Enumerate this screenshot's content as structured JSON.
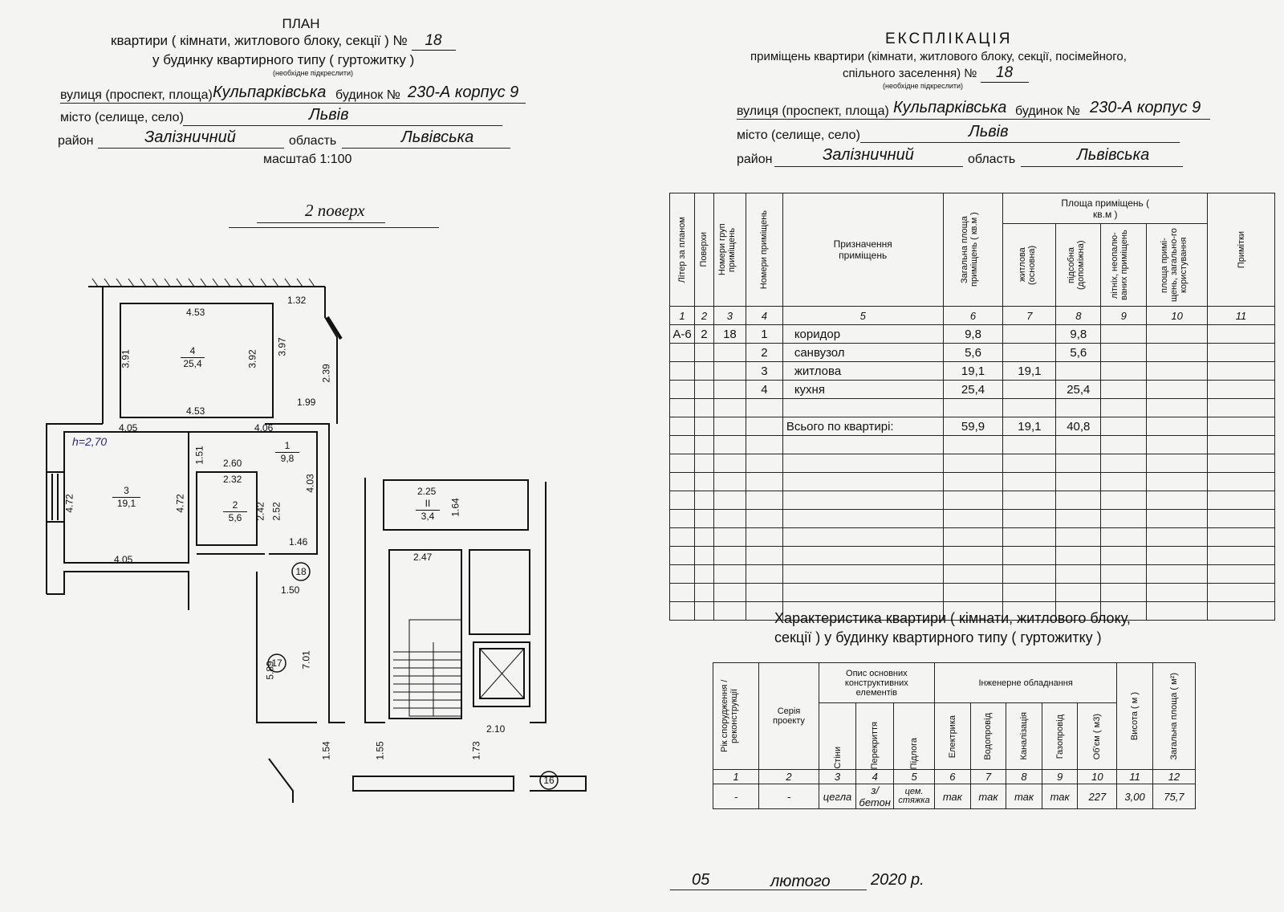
{
  "plan": {
    "title": "ПЛАН",
    "line1_pre": "квартири ( кімнати, житлового блоку, секції ) №",
    "number": "18",
    "line2": "у будинку квартирного типу ( гуртожитку )",
    "note": "(необхідне підкреслити)",
    "street_label": "вулиця (проспект, площа)",
    "street": "Кульпарківська",
    "building_label": "будинок №",
    "building": "230-А корпус 9",
    "city_label": "місто (селище, село)",
    "city": "Львів",
    "district_label": "район",
    "district": "Залізничний",
    "region_label": "область",
    "region": "Львівська",
    "scale": "масштаб 1:100",
    "floor": "2 поверх",
    "handnote": "h=2,70",
    "dims": {
      "d453a": "4.53",
      "d132": "1.32",
      "d391": "3.91",
      "r4num": "4",
      "r4area": "25,4",
      "d392": "3.92",
      "d397": "3.97",
      "d239": "2.39",
      "d453b": "4.53",
      "d199": "1.99",
      "d405a": "4.05",
      "d406": "4.06",
      "d151": "1.51",
      "r1num": "1",
      "r1area": "9,8",
      "d260": "2.60",
      "d232": "2.32",
      "r3num": "3",
      "r3area": "19,1",
      "d472a": "4.72",
      "d472b": "4.72",
      "r2num": "2",
      "r2area": "5,6",
      "d242": "2.42",
      "d252": "2.52",
      "d403": "4.03",
      "d146": "1.46",
      "d405b": "4.05",
      "mark18": "18",
      "d150": "1.50",
      "mark17": "17",
      "d589": "5.89",
      "d701": "7.01",
      "d225": "2.25",
      "rIInum": "II",
      "rIIarea": "3,4",
      "d164": "1.64",
      "d247": "2.47",
      "d210": "2.10",
      "d154": "1.54",
      "d155": "1.55",
      "d173": "1.73",
      "mark16": "16"
    }
  },
  "expl": {
    "title": "ЕКСПЛІКАЦІЯ",
    "line1": "приміщень квартири (кімнати, житлового блоку, секції, посімейного,",
    "line2_pre": "спільного заселення)  №",
    "number": "18",
    "note": "(необхідне підкреслити)",
    "street_label": "вулиця (проспект, площа)",
    "street": "Кульпарківська",
    "building_label": "будинок №",
    "building": "230-А корпус 9",
    "city_label": "місто (селище, село)",
    "city": "Львів",
    "district_label": "район",
    "district": "Залізничний",
    "region_label": "область",
    "region": "Львівська",
    "headers": {
      "h1": "Літер за планом",
      "h2": "Поверхи",
      "h3": "Номери груп приміщень",
      "h4": "Номери приміщень",
      "h5": "Призначення приміщень",
      "h6": "Загальна площа приміщень ( кв.м )",
      "area_group": "Площа приміщень ( кв.м )",
      "h7": "житлова (основна)",
      "h8": "підсобна (допоміжна)",
      "h9": "літніх, неопалю-ваних приміщень",
      "h10": "площа примі-щень, загально-го користування",
      "h11": "Примітки"
    },
    "col_numbers": [
      "1",
      "2",
      "3",
      "4",
      "5",
      "6",
      "7",
      "8",
      "9",
      "10",
      "11"
    ],
    "rows": [
      {
        "liter": "А-6",
        "floor": "2",
        "group": "18",
        "num": "1",
        "name": "коридор",
        "total": "9,8",
        "living": "",
        "aux": "9,8"
      },
      {
        "liter": "",
        "floor": "",
        "group": "",
        "num": "2",
        "name": "санвузол",
        "total": "5,6",
        "living": "",
        "aux": "5,6"
      },
      {
        "liter": "",
        "floor": "",
        "group": "",
        "num": "3",
        "name": "житлова",
        "total": "19,1",
        "living": "19,1",
        "aux": ""
      },
      {
        "liter": "",
        "floor": "",
        "group": "",
        "num": "4",
        "name": "кухня",
        "total": "25,4",
        "living": "",
        "aux": "25,4"
      }
    ],
    "total_label": "Всього по квартирі:",
    "total": "59,9",
    "total_living": "19,1",
    "total_aux": "40,8"
  },
  "char": {
    "title1": "Характеристика квартири  ( кімнати, житлового блоку,",
    "title2": "секції )   у будинку квартирного типу  ( гуртожитку )",
    "headers": {
      "h1": "Рік спорудження / реконструкції",
      "h2": "Серія проекту",
      "struct": "Опис основних конструктивних елементів",
      "h3": "Стіни",
      "h4": "Перекриття",
      "h5": "Підлога",
      "eng": "Інженерне обладнання",
      "h6": "Електрика",
      "h7": "Водопровід",
      "h8": "Каналізація",
      "h9": "Газопровід",
      "h10": "Об'єм  ( м3)",
      "h11": "Висота  ( м )",
      "h12": "Загальна площа ( м²)"
    },
    "col_numbers": [
      "1",
      "2",
      "3",
      "4",
      "5",
      "6",
      "7",
      "8",
      "9",
      "10",
      "11",
      "12"
    ],
    "values": [
      "-",
      "-",
      "цегла",
      "з/бетон",
      "цем. стяжка",
      "так",
      "так",
      "так",
      "так",
      "227",
      "3,00",
      "75,7"
    ]
  },
  "date": {
    "day": "05",
    "month": "лютого",
    "year": "2020 р."
  }
}
